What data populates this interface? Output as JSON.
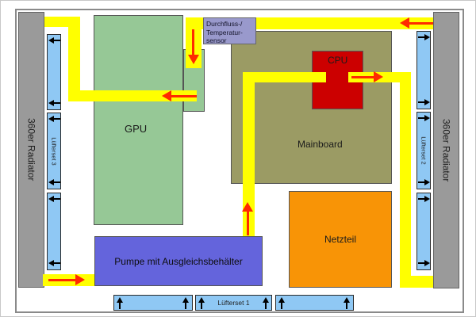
{
  "diagram": {
    "type": "watercooling-loop-schematic",
    "language": "de"
  },
  "radiators": {
    "left": {
      "label": "360er Radiator"
    },
    "right": {
      "label": "360er Radiator"
    }
  },
  "fans": {
    "bottom": {
      "label": "Lüfterset 1",
      "segments": 3,
      "airflow": "up"
    },
    "right": {
      "label": "Lüfterset 2",
      "segments": 3,
      "airflow": "right"
    },
    "left": {
      "label": "Lüfterset 3",
      "segments": 3,
      "airflow": "left"
    }
  },
  "blocks": {
    "gpu": {
      "label": "GPU"
    },
    "cpu": {
      "label": "CPU"
    },
    "mainboard": {
      "label": "Mainboard"
    },
    "netzteil": {
      "label": "Netzteil"
    },
    "pumpe": {
      "label": "Pumpe mit Ausgleichsbehälter"
    },
    "sensor": {
      "line1": "Durchfluss-/",
      "line2": "Temperatur-",
      "line3": "sensor"
    }
  },
  "flow": {
    "arrow_color": "#ff2a00",
    "pipe_color": "#ffff00",
    "direction_notes": [
      "left radiator -> pumpe (arrow right)",
      "pumpe -> up to cpu (arrow up)",
      "cpu -> right (arrow right) -> down -> right radiator bottom",
      "right radiator top -> left (arrow left) -> sensor -> down into gpu (arrow down)",
      "gpu -> left (arrow left) -> up -> left radiator top"
    ]
  },
  "colors": {
    "radiator": "#9a9a9a",
    "fan": "#8fc8f4",
    "gpu": "#96c896",
    "mainboard": "#9b9b64",
    "cpu": "#cc0000",
    "netzteil": "#f89406",
    "pumpe": "#6464dc",
    "sensor": "#9999cc",
    "pipe": "#ffff00",
    "flow_arrow": "#ff2a00",
    "fan_arrow": "#000000",
    "frame": "#8a8a8a"
  }
}
